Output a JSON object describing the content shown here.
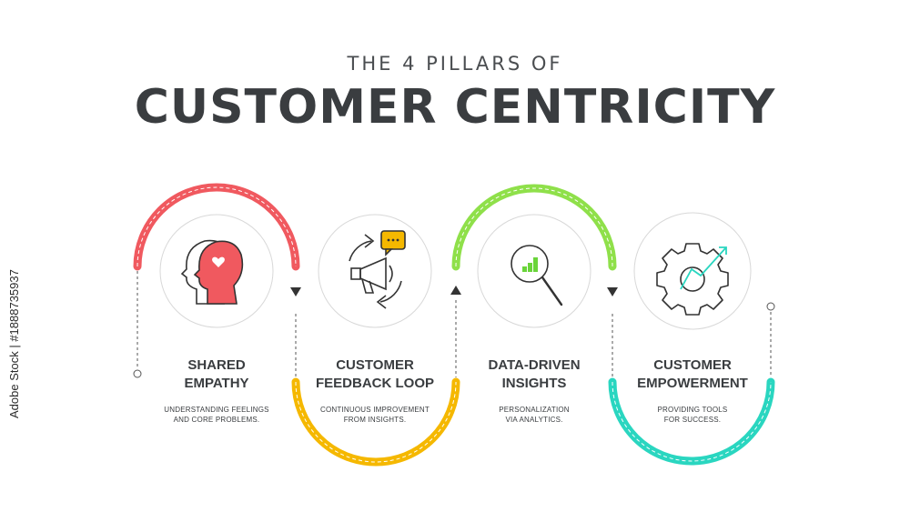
{
  "header": {
    "subtitle": "THE 4 PILLARS OF",
    "title": "CUSTOMER CENTRICITY"
  },
  "pillars": [
    {
      "title_line1": "SHARED",
      "title_line2": "EMPATHY",
      "desc_line1": "UNDERSTANDING FEELINGS",
      "desc_line2": "AND CORE PROBLEMS.",
      "color": "#f0595f",
      "icon": "head-heart-icon"
    },
    {
      "title_line1": "CUSTOMER",
      "title_line2": "FEEDBACK LOOP",
      "desc_line1": "CONTINUOUS IMPROVEMENT",
      "desc_line2": "FROM INSIGHTS.",
      "color": "#f5b800",
      "icon": "megaphone-cycle-icon"
    },
    {
      "title_line1": "DATA-DRIVEN",
      "title_line2": "INSIGHTS",
      "desc_line1": "PERSONALIZATION",
      "desc_line2": "VIA ANALYTICS.",
      "color": "#8fe04a",
      "icon": "magnifier-chart-icon"
    },
    {
      "title_line1": "CUSTOMER",
      "title_line2": "EMPOWERMENT",
      "desc_line1": "PROVIDING TOOLS",
      "desc_line2": "FOR SUCCESS.",
      "color": "#2ad6c0",
      "icon": "gear-growth-icon"
    }
  ],
  "watermark": "Adobe Stock | #1888735937"
}
